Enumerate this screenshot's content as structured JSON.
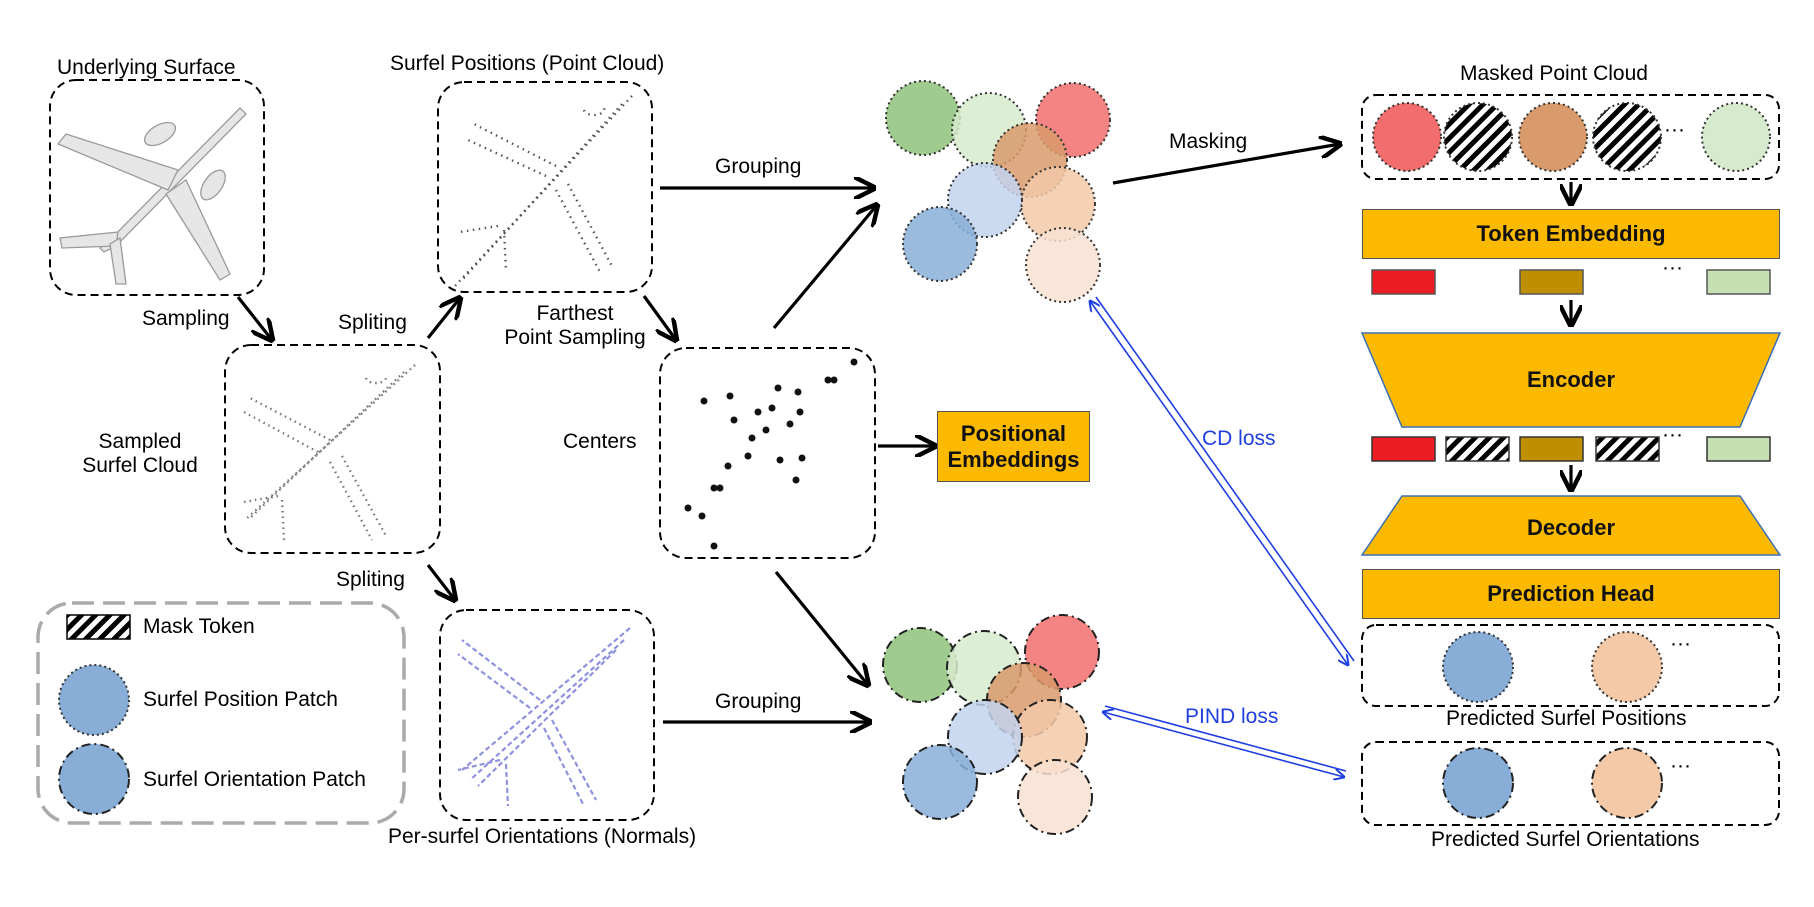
{
  "labels": {
    "underlying_surface": "Underlying Surface",
    "sampling": "Sampling",
    "sampled_surfel_cloud_1": "Sampled",
    "sampled_surfel_cloud_2": "Surfel Cloud",
    "spliting_top": "Spliting",
    "spliting_bottom": "Spliting",
    "surfel_positions": "Surfel Positions (Point Cloud)",
    "farthest_1": "Farthest",
    "farthest_2": "Point Sampling",
    "centers": "Centers",
    "grouping_top": "Grouping",
    "grouping_bottom": "Grouping",
    "per_surfel_orientations": "Per-surfel Orientations (Normals)",
    "masking": "Masking",
    "masked_point_cloud": "Masked Point Cloud",
    "cd_loss": "CD loss",
    "pind_loss": "PIND loss",
    "predicted_positions": "Predicted Surfel Positions",
    "predicted_orientations": "Predicted Surfel Orientations",
    "ellipsis": "···"
  },
  "boxes": {
    "positional_1": "Positional",
    "positional_2": "Embeddings",
    "token_embedding": "Token Embedding",
    "encoder": "Encoder",
    "decoder": "Decoder",
    "prediction_head": "Prediction Head"
  },
  "legend": {
    "mask_token": "Mask Token",
    "position_patch": "Surfel Position Patch",
    "orientation_patch": "Surfel Orientation Patch"
  },
  "colors": {
    "red": "#f26d6d",
    "green_dark": "#8fc27a",
    "green_light": "#d6ebcd",
    "blue": "#88aed8",
    "blue_light": "#c3d4ee",
    "orange": "#d99a6c",
    "peach": "#f3c9a8",
    "peach_light": "#f9e2d2",
    "yellow_box": "#fbb900",
    "loss_arrow": "#1f3fe0"
  }
}
